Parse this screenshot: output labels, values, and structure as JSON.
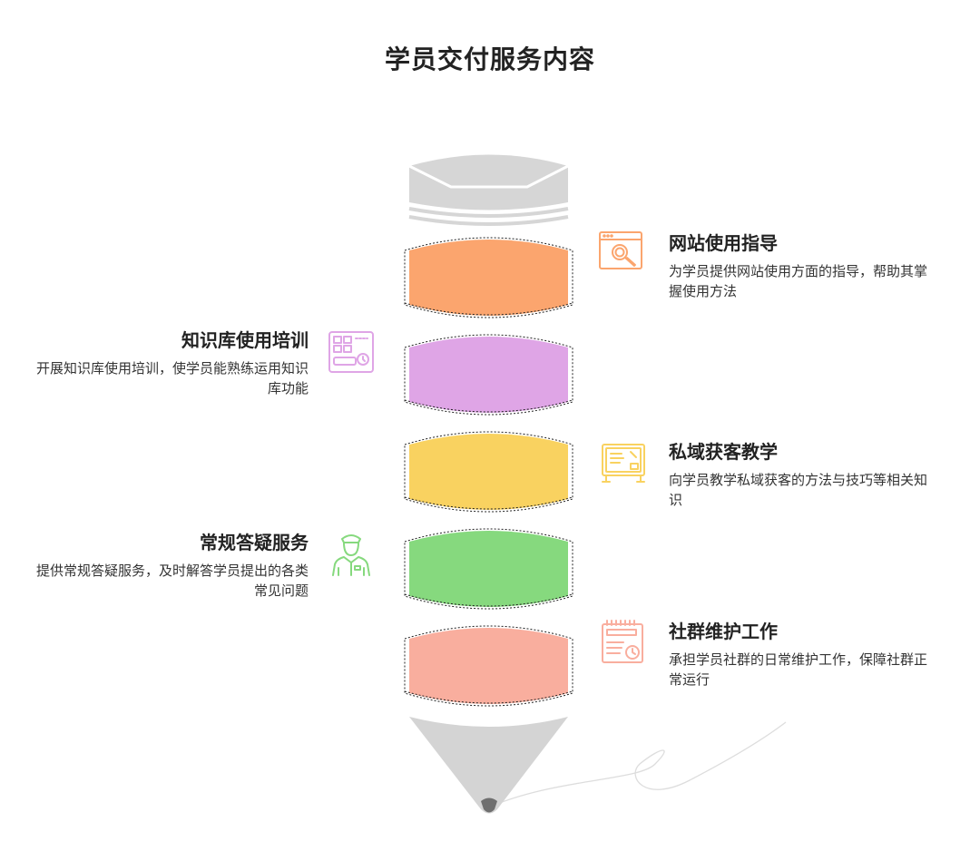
{
  "title": "学员交付服务内容",
  "colors": {
    "title": "#222222",
    "text": "#333333",
    "pencil_gray": "#d4d4d4",
    "tip_dark": "#6f6f6f",
    "deco_line": "#dddddd"
  },
  "items": [
    {
      "title": "网站使用指导",
      "description": "为学员提供网站使用方面的指导，帮助其掌握使用方法",
      "icon": "website-search-icon",
      "color": "#fba56e",
      "side": "right"
    },
    {
      "title": "知识库使用培训",
      "description": "开展知识库使用培训，使学员能熟练运用知识库功能",
      "icon": "dashboard-calendar-icon",
      "color": "#dfa5e6",
      "side": "left"
    },
    {
      "title": "私域获客教学",
      "description": "向学员教学私域获客的方法与技巧等相关知识",
      "icon": "presentation-board-icon",
      "color": "#f9d260",
      "side": "right"
    },
    {
      "title": "常规答疑服务",
      "description": "提供常规答疑服务，及时解答学员提出的各类常见问题",
      "icon": "customer-service-person-icon",
      "color": "#86d97e",
      "side": "left"
    },
    {
      "title": "社群维护工作",
      "description": "承担学员社群的日常维护工作，保障社群正常运行",
      "icon": "calendar-schedule-icon",
      "color": "#f9ae9e",
      "side": "right"
    }
  ]
}
